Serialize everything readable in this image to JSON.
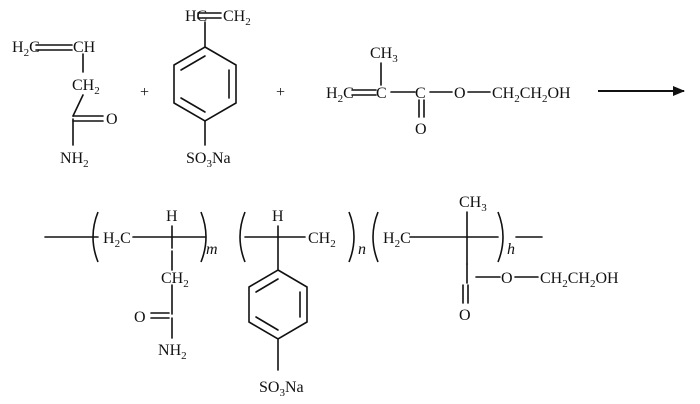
{
  "reactant1": {
    "h2c": "H2C",
    "ch": "CH",
    "ch2": "CH2",
    "o": "O",
    "nh2": "NH2"
  },
  "plus": "+",
  "reactant2": {
    "hc": "HC",
    "ch2": "CH2",
    "so3na": "SO3Na"
  },
  "reactant3": {
    "ch3": "CH3",
    "h2c": "H2C",
    "c": "C",
    "c2": "C",
    "o_ester": "O",
    "chain": "CH2CH2OH",
    "o_carbonyl": "O"
  },
  "product": {
    "h2c_1": "H2C",
    "h_1": "H",
    "ch2_side": "CH2",
    "o_amide": "O",
    "nh2": "NH2",
    "sub_m": "m",
    "h_2": "H",
    "ch2_2": "CH2",
    "so3na": "SO3Na",
    "sub_n": "n",
    "h2c_3": "H2C",
    "ch3": "CH3",
    "o_ester": "O",
    "chain": "CH2CH2OH",
    "o_carbonyl": "O",
    "sub_h": "h"
  }
}
